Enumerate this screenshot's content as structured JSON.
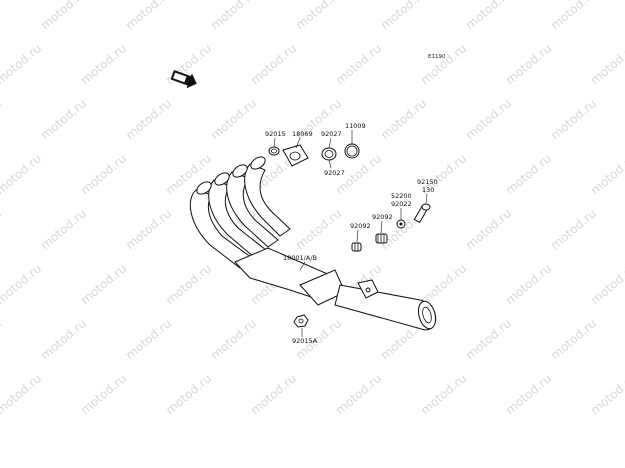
{
  "diagram": {
    "code": "E1190",
    "watermark": "motod.ru",
    "labels": {
      "p92015": "92015",
      "p18069": "18069",
      "p92027a": "92027",
      "p11009": "11009",
      "p92027b": "92027",
      "p92150": "92150",
      "p130": "130",
      "p52200": "52200",
      "p92022": "92022",
      "p92092a": "92092",
      "p92092b": "92092",
      "p18001": "18001/A/B",
      "p92015A": "92015A"
    }
  }
}
